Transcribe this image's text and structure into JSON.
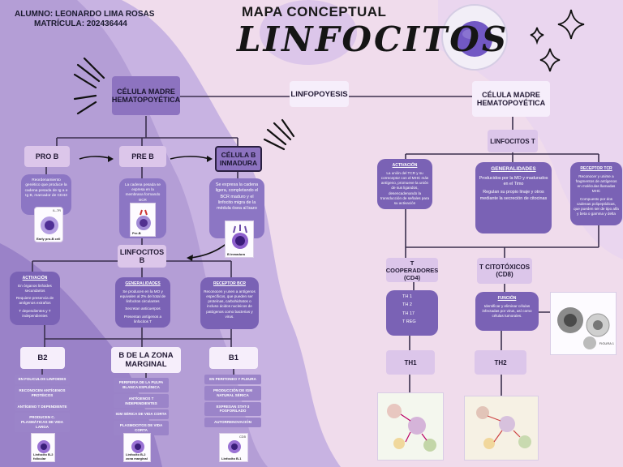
{
  "header": {
    "student": "ALUMNO: LEONARDO LIMA ROSAS",
    "matricula": "MATRÍCULA: 202436444",
    "title": "MAPA CONCEPTUAL",
    "script_title": "LINFOCITOS"
  },
  "colors": {
    "background": "#f0dcec",
    "left_panel": "#b49ed6",
    "left_panel_dark": "#9a82c8",
    "node_dark": "#8d73c0",
    "card": "#8c76c4",
    "line": "#3a2f4d"
  },
  "nodes": {
    "celula_madre_left": "CÉLULA MADRE HEMATOPOYÉTICA",
    "linfopoyesis": "LINFOPOYESIS",
    "celula_madre_right": "CÉLULA MADRE HEMATOPOYÉTICA",
    "pro_b": "PRO B",
    "pre_b": "PRE B",
    "celula_b_inmadura": "CÉLULA B INMADURA",
    "linfocitos_b": "LINFOCITOS B",
    "linfocitos_t": "LINFOCITOS T",
    "t_cooperadores": "T COOPERADORES (CD4)",
    "t_citotoxicos": "T CITOTÓXICOS (CD8)",
    "b2": "B2",
    "b_zona_marginal": "B DE LA ZONA MARGINAL",
    "b1": "B1",
    "th1": "TH1",
    "th2": "TH2"
  },
  "cards": {
    "pro_b_desc": "Reordenamiento genético que produce la cadena pesada de Ig a e Ig B, marcador de CD43",
    "pre_b_desc": "La cadena pesada se expresa en la membrana formando BCR",
    "inmadura_desc": "Se expresa la cadena ligera, completando el BCR maduro y el linfocito migra de la médula ósea al bazo",
    "activacion_b_title": "ACTIVACIÓN",
    "activacion_b_1": "En órganos linfoides secundarios",
    "activacion_b_2": "Requiere presencia de antígenos extraños",
    "activacion_b_3": "T dependientes y T independientes",
    "generalidades_b_title": "GENERALIDADES",
    "generalidades_b_1": "Se producen en la MO y equivalen al 2% del total de linfocitos circulantes",
    "generalidades_b_2": "Secretan anticuerpos",
    "generalidades_b_3": "Presentan antígenos a linfocitos T",
    "receptor_bcr_title": "RECEPTOR BCR",
    "receptor_bcr_1": "Reconocen y unen a antígenos específicos, que pueden ser proteínas, carbohidratos o incluso ácidos nucleicos de patógenos como bacterias y virus.",
    "activacion_t_title": "ACTIVACIÓN",
    "activacion_t_1": "La unión del TCR y su correceptor con el MHC más antígeno, promueve la unión de sus ligandos, desencadenando la transducción de señales para su activación",
    "generalidades_t_title": "GENERALIDADES",
    "generalidades_t_1": "Producidos por la MO y madurados en el Timo",
    "generalidades_t_2": "Regulan su propio linaje y otros mediante la secreción de citocinas",
    "receptor_tcr_title": "RECEPTOR TCR",
    "receptor_tcr_1": "Reconocer y unirse a fragmentos de antígenos en moléculas llamadas MHC",
    "receptor_tcr_2": "Compuesto por dos cadenas polipeptídicas, que pueden ser de tipo alfa y beta o gamma y delta",
    "cd4_subtypes": [
      "TH 1",
      "TH 2",
      "TH 17",
      "T REG"
    ],
    "funcion_title": "FUNCIÓN",
    "funcion_1": "Identificar y eliminar células infectadas por virus, así como células tumorales."
  },
  "bars": {
    "b2_1": "EN FOLICULOS LINFOIDES",
    "b2_2": "RECONOCEN ANTÍGENOS PROTÉICOS",
    "b2_3": "ANTÍGENO T DEPENDIENTE",
    "b2_4": "PRODUCEN C. PLASMÁTICAS DE VIDA LARGA",
    "bzm_1": "PERIFERIA DE LA PULPA BLANCA ESPLÉNICA",
    "bzm_2": "ANTÍGENOS T INDEPENDIENTES",
    "bzm_3": "IGM SÉRICA DE VIDA CORTA",
    "bzm_4": "PLASMOCITOS DE VIDA CORTA",
    "b1_1": "EN PERITONEO Y PLEURA",
    "b1_2": "PRODUCCIÓN DE IGM NATURAL SÉRICA",
    "b1_3": "EXPRESAN STAT-3 FOSFORILADO",
    "b1_4": "AUTORRENOVACIÓN"
  },
  "images": {
    "early_pro_b": "Early pro-B cell",
    "il7r": "IL-7R",
    "pre_b": "Pre-B",
    "b_inmadura": "B inmadura",
    "b2_folicular": "Linfocito B-2 folicular",
    "b2_zona": "Linfocito B-2 zona marginal",
    "b1": "Linfocito B-1",
    "cd5": "CD5",
    "figura": "FIGURA 1"
  }
}
